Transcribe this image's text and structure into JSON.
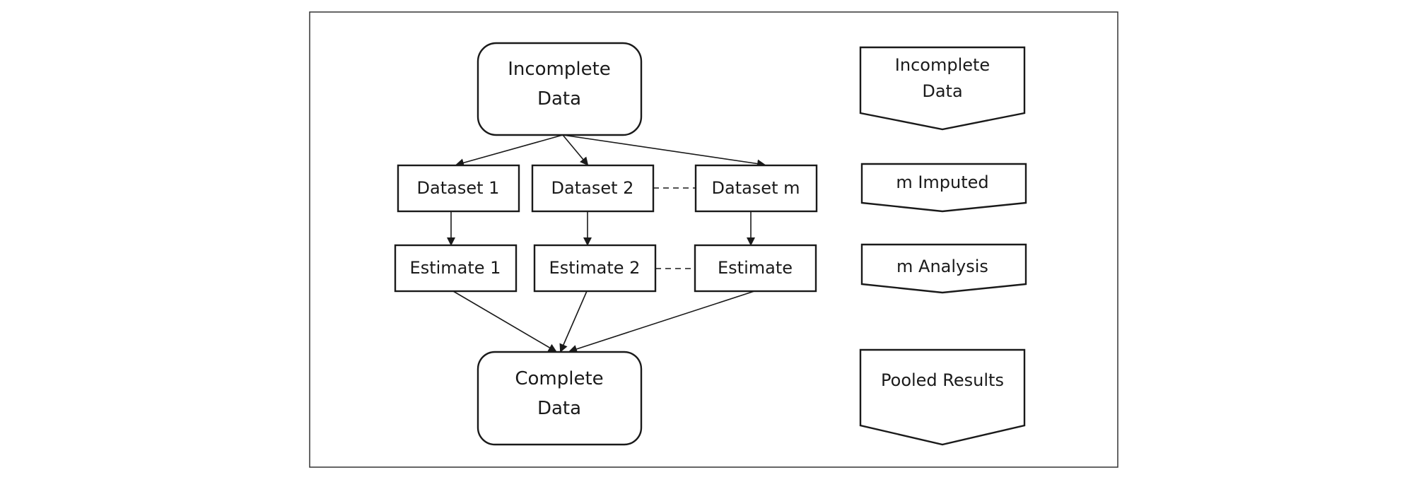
{
  "diagram": {
    "incomplete": {
      "line1": "Incomplete",
      "line2": "Data"
    },
    "datasets": [
      "Dataset 1",
      "Dataset 2",
      "Dataset m"
    ],
    "estimates": [
      "Estimate 1",
      "Estimate 2",
      "Estimate"
    ],
    "complete": {
      "line1": "Complete",
      "line2": "Data"
    }
  },
  "legend": {
    "step1": {
      "line1": "Incomplete",
      "line2": "Data"
    },
    "step2": "m Imputed",
    "step3": "m Analysis",
    "step4": "Pooled Results"
  }
}
